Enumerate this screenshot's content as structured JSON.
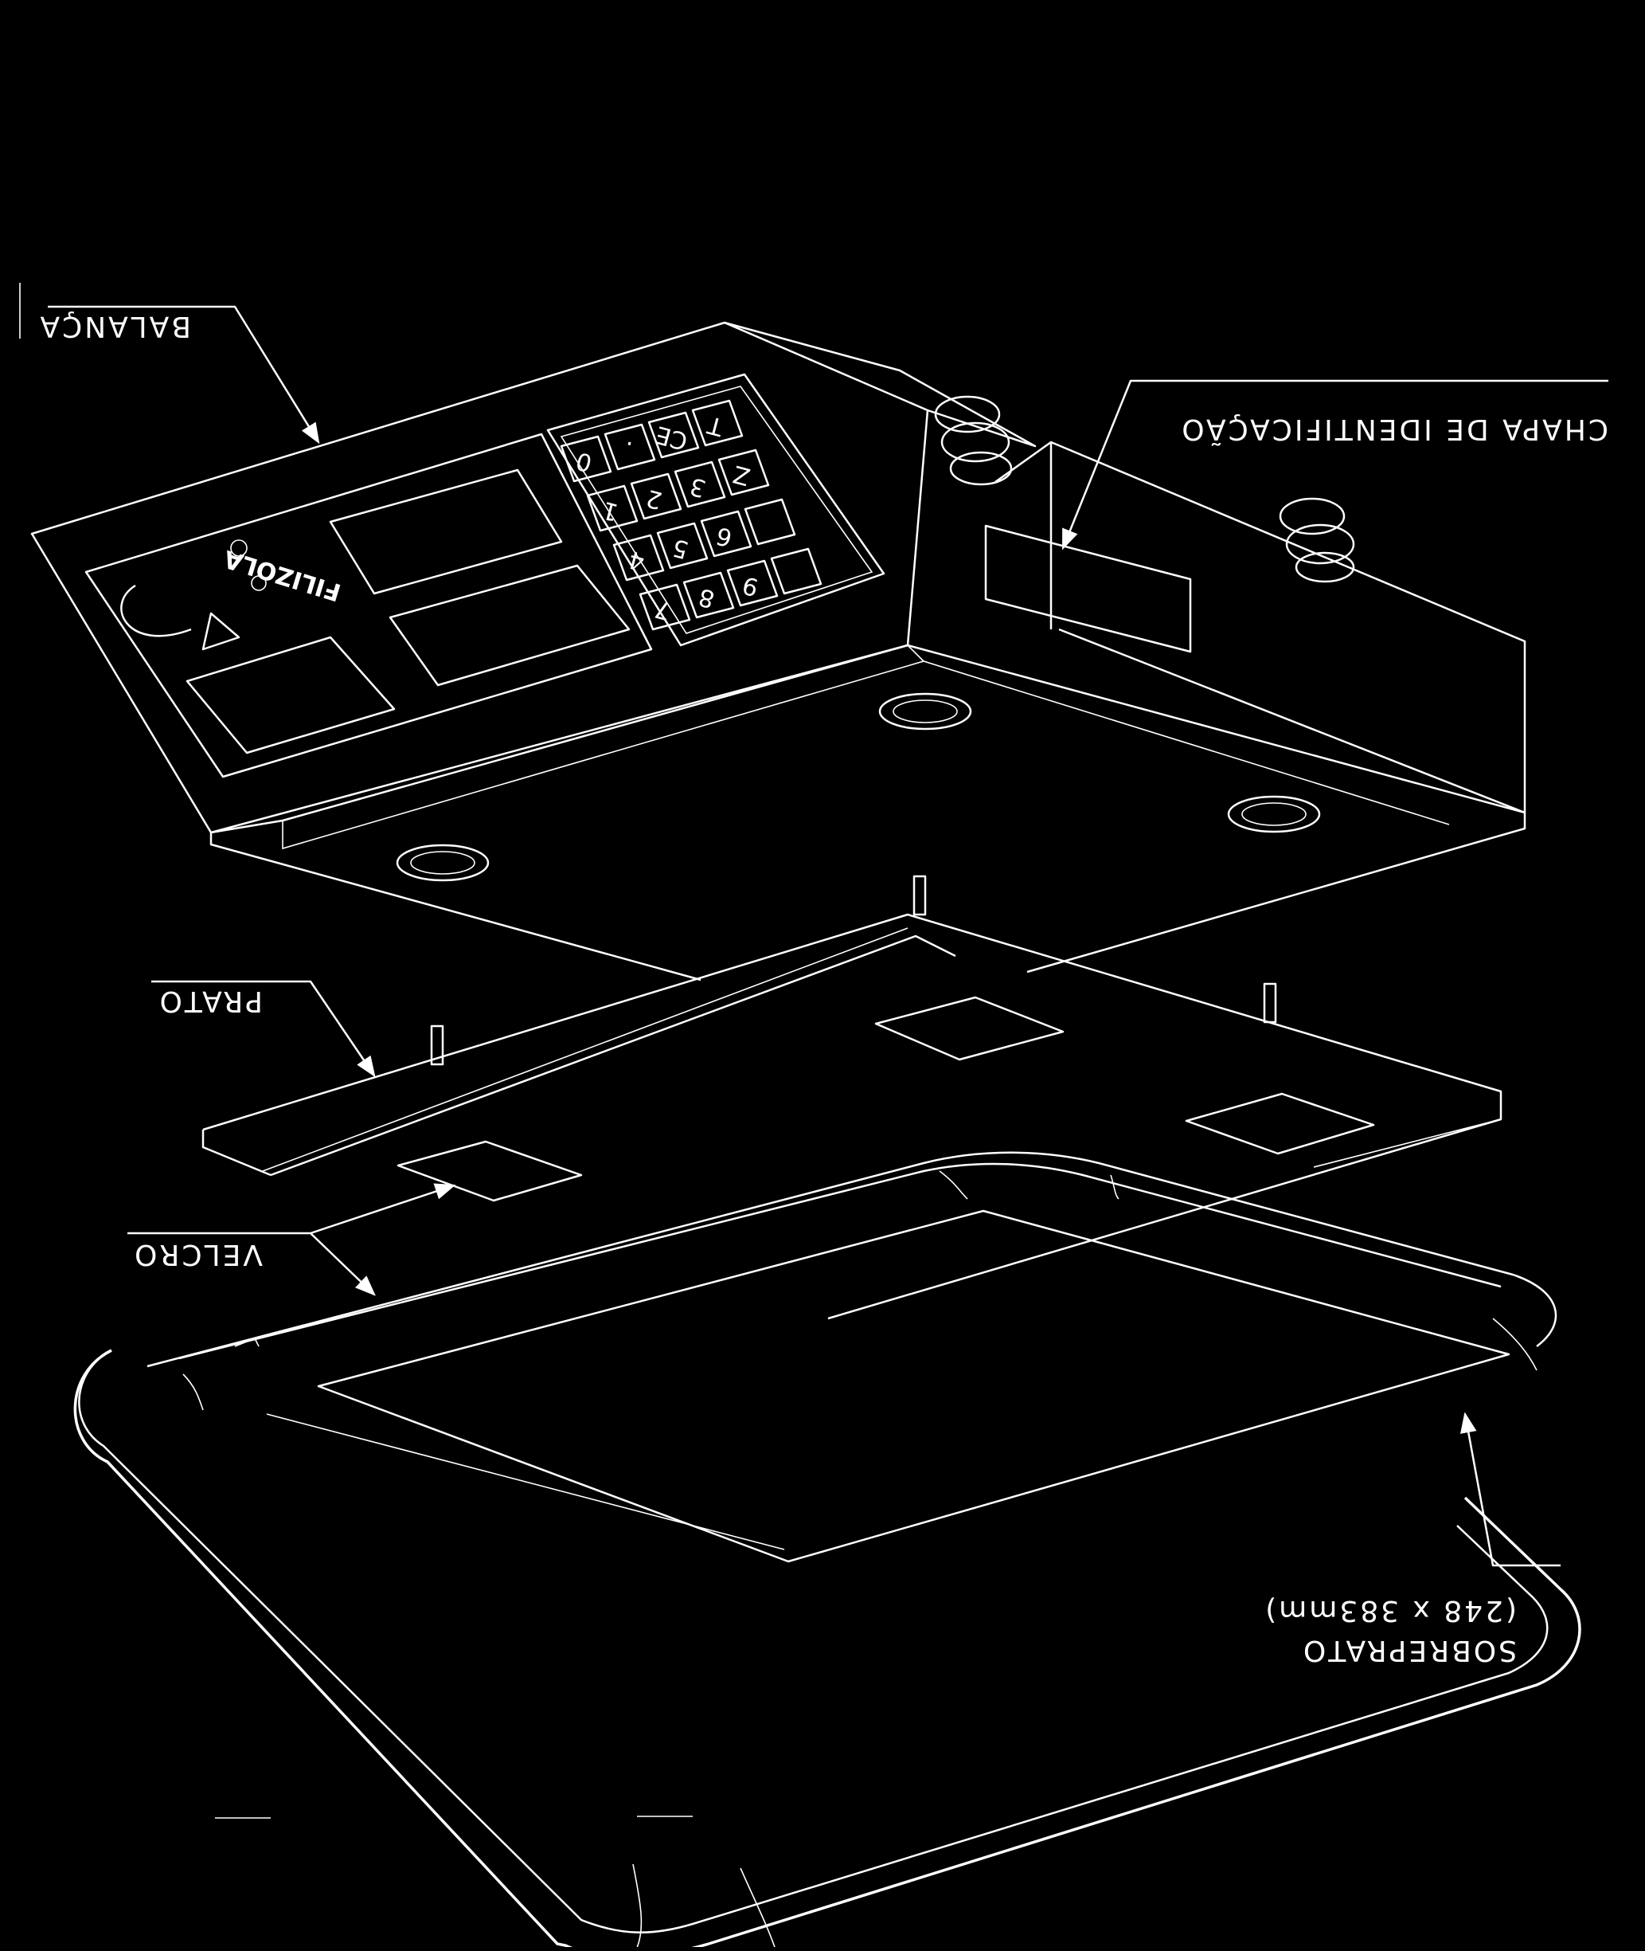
{
  "labels": {
    "balanca": "BALANÇA",
    "chapa": "CHAPA DE IDENTIFICAÇÃO",
    "prato": "PRATO",
    "velcro": "VELCRO",
    "sobreprato": "SOBREPRATO",
    "dimensions": "(248 x 383mm)"
  },
  "brand": "FILIZOLA",
  "keypad": {
    "keys": [
      "0",
      ".",
      "CE",
      "T",
      "1",
      "2",
      "3",
      "Z",
      "4",
      "5",
      "6",
      "",
      "7",
      "8",
      "9",
      ""
    ]
  },
  "colors": {
    "background": "#000000",
    "lines": "#ffffff"
  }
}
